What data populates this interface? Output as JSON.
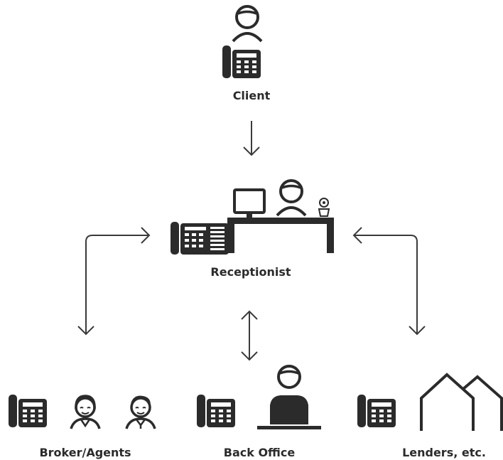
{
  "diagram": {
    "nodes": {
      "client": {
        "label": "Client"
      },
      "receptionist": {
        "label": "Receptionist"
      },
      "broker_agents": {
        "label": "Broker/Agents"
      },
      "back_office": {
        "label": "Back Office"
      },
      "lenders": {
        "label": "Lenders, etc."
      }
    },
    "edges": [
      {
        "from": "Client",
        "to": "Receptionist",
        "direction": "one-way"
      },
      {
        "from": "Receptionist",
        "to": "Broker/Agents",
        "direction": "two-way"
      },
      {
        "from": "Receptionist",
        "to": "Back Office",
        "direction": "two-way"
      },
      {
        "from": "Receptionist",
        "to": "Lenders, etc.",
        "direction": "two-way"
      }
    ]
  },
  "colors": {
    "icon": "#2b2b2b",
    "background": "#ffffff",
    "line": "#3a3a3a"
  }
}
